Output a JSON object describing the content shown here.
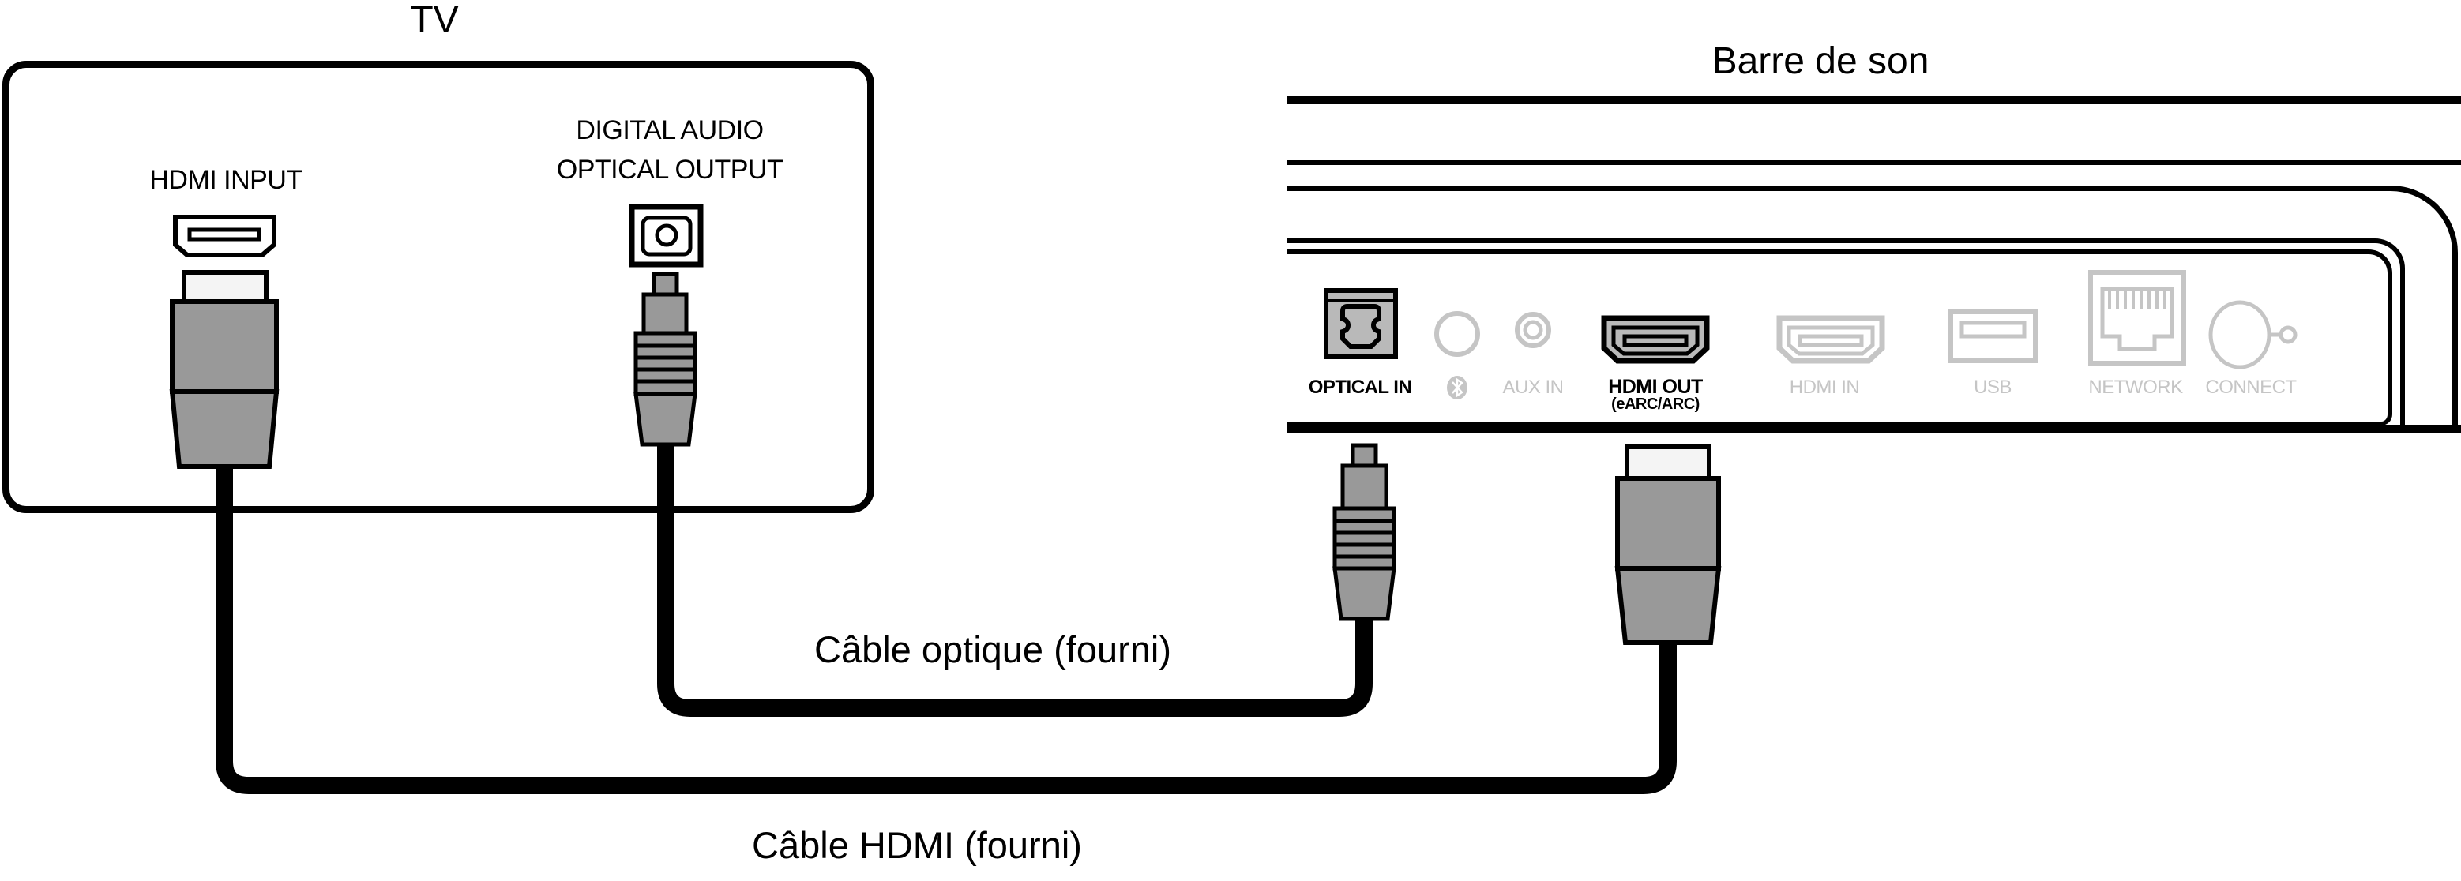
{
  "diagram": {
    "tv": {
      "title": "TV",
      "hdmi_input_label": "HDMI INPUT",
      "optical_output_label": "DIGITAL AUDIO\nOPTICAL OUTPUT"
    },
    "soundbar": {
      "title": "Barre de son",
      "ports": [
        {
          "id": "optical-in",
          "label": "OPTICAL IN",
          "state": "active"
        },
        {
          "id": "bluetooth",
          "label": "",
          "state": "inactive"
        },
        {
          "id": "aux-in",
          "label": "AUX IN",
          "state": "inactive"
        },
        {
          "id": "hdmi-out",
          "label": "HDMI OUT",
          "sublabel": "(eARC/ARC)",
          "state": "active"
        },
        {
          "id": "hdmi-in",
          "label": "HDMI IN",
          "state": "inactive"
        },
        {
          "id": "usb",
          "label": "USB",
          "state": "inactive"
        },
        {
          "id": "network",
          "label": "NETWORK",
          "state": "inactive"
        },
        {
          "id": "connect",
          "label": "CONNECT",
          "state": "inactive"
        }
      ]
    },
    "cables": [
      {
        "id": "optical-cable",
        "label": "Câble optique (fourni)"
      },
      {
        "id": "hdmi-cable",
        "label": "Câble HDMI (fourni)"
      }
    ],
    "colors": {
      "line_black": "#000000",
      "connector_grey": "#999999",
      "port_fill_grey": "#b9b9b9",
      "inactive_grey": "#c5c5c5",
      "tongue_white": "#f4f4f4"
    }
  }
}
